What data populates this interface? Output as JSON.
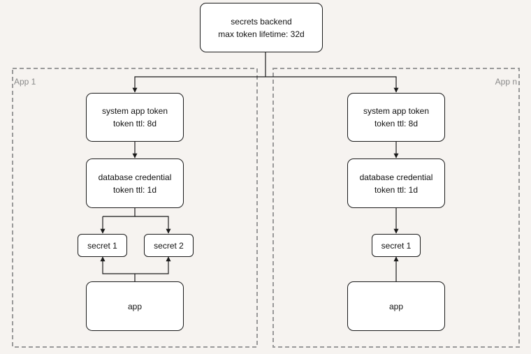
{
  "backend": {
    "line1": "secrets backend",
    "line2": "max token lifetime: 32d"
  },
  "groups": [
    {
      "label": "App 1",
      "system_token": {
        "line1": "system app token",
        "line2": "token ttl: 8d"
      },
      "db_credential": {
        "line1": "database credential",
        "line2": "token ttl: 1d"
      },
      "secrets": [
        "secret 1",
        "secret 2"
      ],
      "app": "app"
    },
    {
      "label": "App n",
      "system_token": {
        "line1": "system app token",
        "line2": "token ttl: 8d"
      },
      "db_credential": {
        "line1": "database credential",
        "line2": "token ttl: 1d"
      },
      "secrets": [
        "secret 1"
      ],
      "app": "app"
    }
  ],
  "colors": {
    "background": "#f6f3f0",
    "node_border": "#1a1a1a",
    "node_fill": "#ffffff",
    "group_border": "#999999",
    "group_label": "#8a8a8a"
  }
}
